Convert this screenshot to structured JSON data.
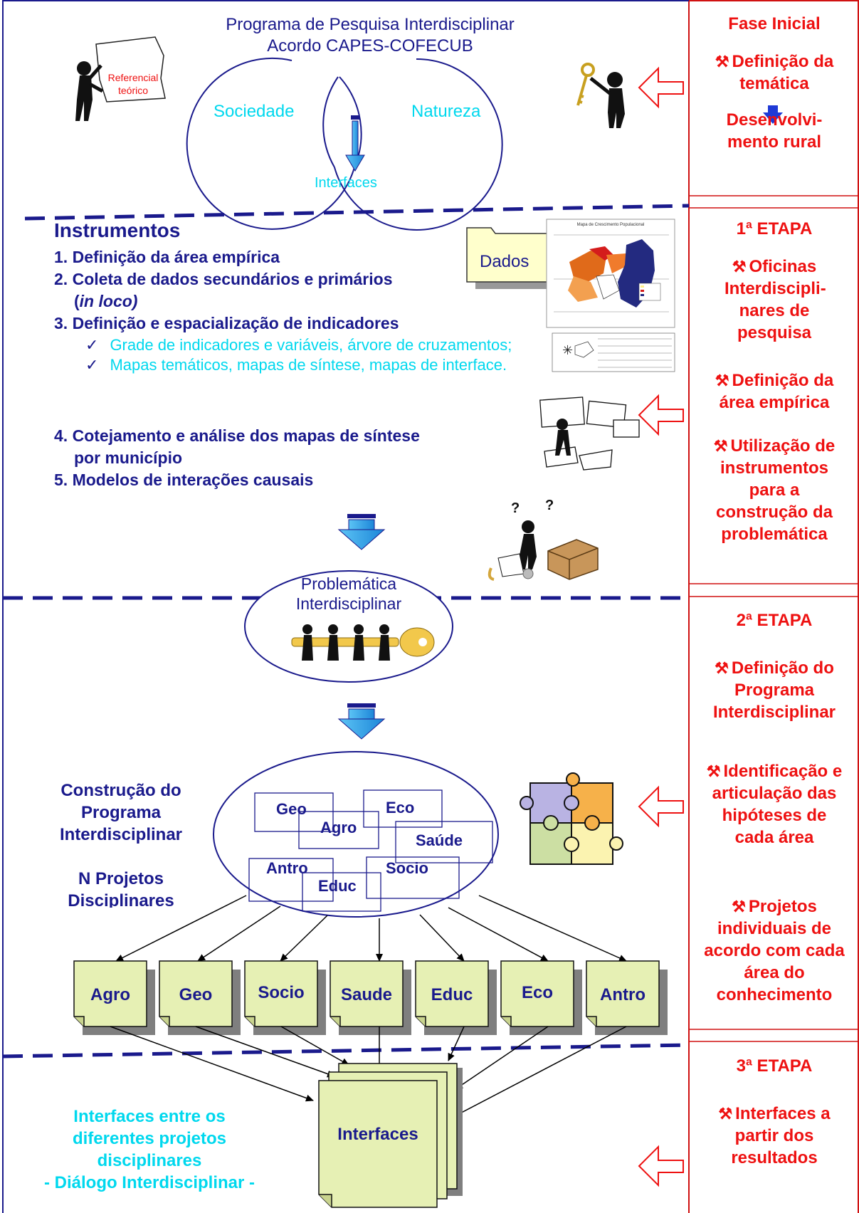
{
  "header": {
    "title_line1": "Programa de Pesquisa Interdisciplinar",
    "title_line2": "Acordo CAPES-COFECUB",
    "sign_label": "Referencial teórico",
    "venn_left": "Sociedade",
    "venn_right": "Natureza",
    "venn_bottom": "Interfaces"
  },
  "instruments": {
    "heading": "Instrumentos",
    "items": [
      {
        "num": "1.",
        "text": "Definição da área empírica"
      },
      {
        "num": "2.",
        "text": "Coleta de dados secundários e primários",
        "cont_pre": "(",
        "cont_em": "in loco)"
      },
      {
        "num": "3.",
        "text": "Definição e espacialização de indicadores"
      },
      {
        "num": "4.",
        "text": "Cotejamento e análise dos mapas de síntese",
        "cont": "por município"
      },
      {
        "num": "5.",
        "text": "Modelos de interações causais"
      }
    ],
    "sub_items": [
      "Grade de indicadores e variáveis, árvore de cruzamentos;",
      "Mapas temáticos, mapas de síntese, mapas de interface."
    ],
    "folder_label": "Dados",
    "map_title": "Mapa de Crescimento Populacional"
  },
  "problematica": {
    "line1": "Problemática",
    "line2": "Interdisciplinar"
  },
  "construction": {
    "title_line1": "Construção do",
    "title_line2": "Programa",
    "title_line3": "Interdisciplinar",
    "subtitle_line1": "N Projetos",
    "subtitle_line2": "Disciplinares",
    "ellipse_boxes": [
      "Geo",
      "Agro",
      "Eco",
      "Saúde",
      "Antro",
      "Socio",
      "Educ"
    ]
  },
  "projects": [
    "Agro",
    "Geo",
    "Socio",
    "Saude",
    "Educ",
    "Eco",
    "Antro"
  ],
  "interfaces_box": "Interfaces",
  "bottom_left": {
    "line1": "Interfaces entre os",
    "line2": "diferentes projetos",
    "line3": "disciplinares",
    "line4": "- Diálogo Interdisciplinar -"
  },
  "phases": [
    {
      "title": "Fase Inicial",
      "items": [
        "Definição da temática"
      ],
      "after_arrow": "Desenvolvi-mento rural"
    },
    {
      "title": "1ª ETAPA",
      "items": [
        "Oficinas Interdiscipli-nares de pesquisa",
        "Definição da área empírica",
        "Utilização de instrumentos para a construção da problemática"
      ]
    },
    {
      "title": "2ª ETAPA",
      "items": [
        "Definição do Programa Interdisciplinar",
        "Identificação e articulação das hipóteses de cada área",
        "Projetos individuais de acordo com cada área do conhecimento"
      ]
    },
    {
      "title": "3ª ETAPA",
      "items": [
        "Interfaces a partir dos resultados"
      ]
    }
  ],
  "colors": {
    "navy": "#1a1a8c",
    "red": "#ee1111",
    "cyan": "#00d8ee",
    "card_fill": "#e6f0b4",
    "arrow_blue": "#29a3ea",
    "key_gold": "#f2c84b"
  }
}
